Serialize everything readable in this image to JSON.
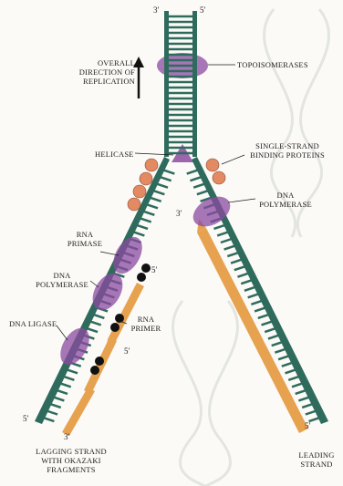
{
  "labels": {
    "direction": [
      "OVERALL",
      "DIRECTION OF",
      "REPLICATION"
    ],
    "topoisomerases": "TOPOISOMERASES",
    "helicase": "HELICASE",
    "ssb": [
      "SINGLE-STRAND",
      "BINDING PROTEINS"
    ],
    "dna_polymerase_right": [
      "DNA",
      "POLYMERASE"
    ],
    "rna_primase": [
      "RNA",
      "PRIMASE"
    ],
    "dna_polymerase_left": [
      "DNA",
      "POLYMERASE"
    ],
    "rna_primer": [
      "RNA",
      "PRIMER"
    ],
    "dna_ligase": "DNA LIGASE",
    "lagging_strand": [
      "LAGGING STRAND",
      "WITH OKAZAKI",
      "FRAGMENTS"
    ],
    "leading_strand": [
      "LEADING",
      "STRAND"
    ]
  },
  "primes": {
    "top_left": "3′",
    "top_right": "5′",
    "right_polymerase": "3′",
    "primer_upper": "5′",
    "primer_lower": "5′",
    "bottom_left": "5′",
    "bottom_lagging": "3′",
    "bottom_right": "5′"
  },
  "colors": {
    "backbone": "#2f6b5c",
    "rungs": "#2f6b5c",
    "new_strand": "#e7a24f",
    "enzyme": "#8b4aa0",
    "ssb": "#e48a62",
    "primer": "#111111"
  }
}
